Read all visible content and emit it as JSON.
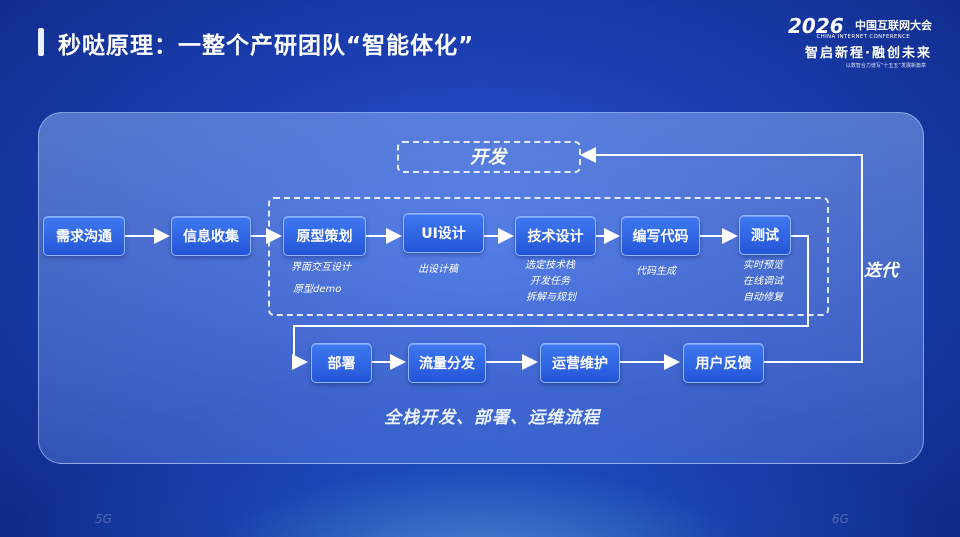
{
  "header": {
    "title": "秒哒原理：一整个产研团队“智能体化”"
  },
  "logo": {
    "year": "2026",
    "name_cn": "中国互联网大会",
    "name_en": "CHINA INTERNET CONFERENCE",
    "slogan": "智启新程·融创未来",
    "sub": "以数智合力谱写“十五五”发展新篇章"
  },
  "diagram": {
    "dev_label": "开发",
    "iterate_label": "迭代",
    "bottom_label": "全栈开发、部署、运维流程",
    "row1": {
      "n1": "需求沟通",
      "n2": "信息收集",
      "n3": "原型策划",
      "n4": "UI设计",
      "n5": "技术设计",
      "n6": "编写代码",
      "n7": "测试"
    },
    "subs": {
      "proto1": "界面交互设计",
      "proto2": "原型demo",
      "ui1": "出设计稿",
      "tech1": "选定技术栈",
      "tech2": "开发任务",
      "tech3": "拆解与规划",
      "code1": "代码生成",
      "test1": "实时预览",
      "test2": "在线调试",
      "test3": "自动修复"
    },
    "row2": {
      "n1": "部署",
      "n2": "流量分发",
      "n3": "运营维护",
      "n4": "用户反馈"
    }
  },
  "deco": {
    "left": "5G",
    "right": "6G"
  }
}
